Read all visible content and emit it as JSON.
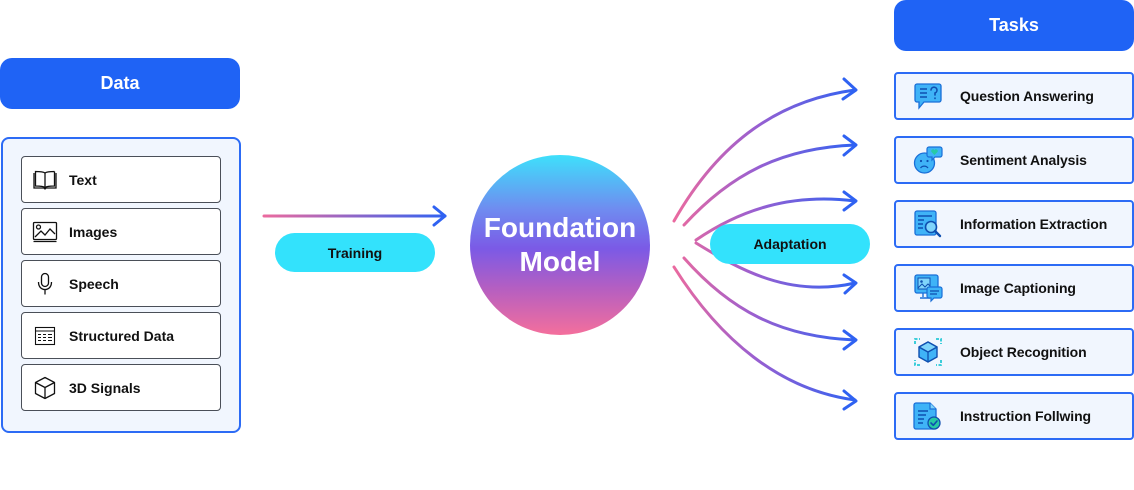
{
  "data_section": {
    "title": "Data",
    "items": [
      {
        "label": "Text",
        "icon": "book-icon"
      },
      {
        "label": "Images",
        "icon": "image-icon"
      },
      {
        "label": "Speech",
        "icon": "microphone-icon"
      },
      {
        "label": "Structured Data",
        "icon": "table-icon"
      },
      {
        "label": "3D Signals",
        "icon": "cube-icon"
      }
    ]
  },
  "center": {
    "training_label": "Training",
    "model_line1": "Foundation",
    "model_line2": "Model",
    "adaptation_label": "Adaptation"
  },
  "tasks_section": {
    "title": "Tasks",
    "items": [
      {
        "label": "Question Answering",
        "icon": "question-chat-icon"
      },
      {
        "label": "Sentiment Analysis",
        "icon": "sentiment-face-icon"
      },
      {
        "label": "Information Extraction",
        "icon": "document-search-icon"
      },
      {
        "label": "Image Captioning",
        "icon": "image-caption-icon"
      },
      {
        "label": "Object Recognition",
        "icon": "object-cube-icon"
      },
      {
        "label": "Instruction Follwing",
        "icon": "document-check-icon"
      }
    ]
  },
  "colors": {
    "brand_blue": "#1f63f5",
    "pill_cyan": "#33e2fc",
    "gradient_pink": "#ec6a9e",
    "gradient_blue": "#2f62f2"
  }
}
